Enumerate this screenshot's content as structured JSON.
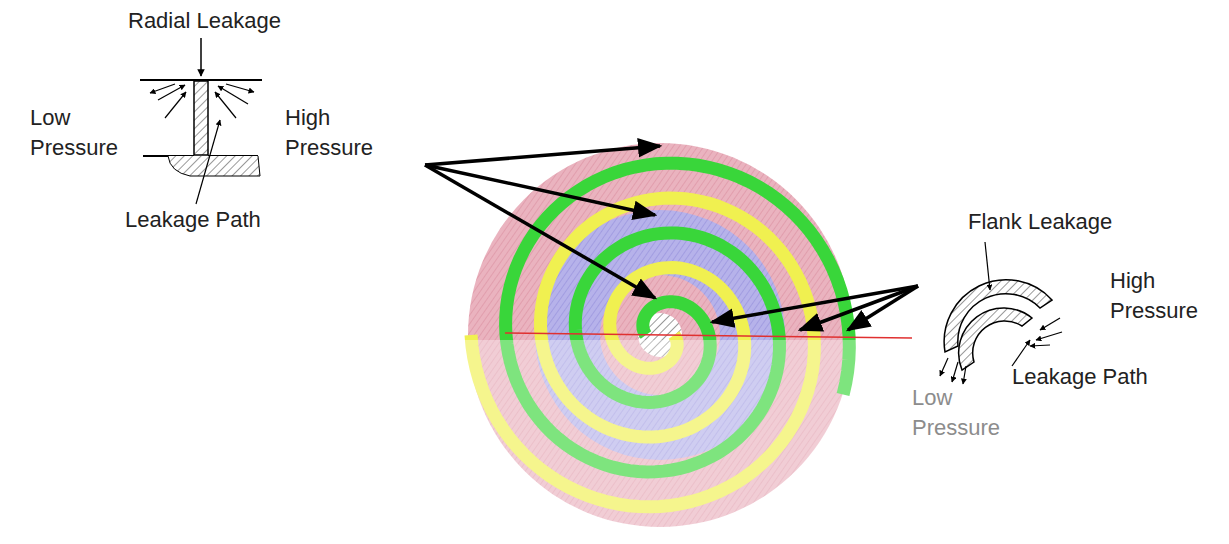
{
  "diagram": {
    "labels": [
      "Radial Leakage",
      "Low Pressure",
      "High Pressure",
      "Leakage Path",
      "Flank Leakage",
      "High Pressure",
      "Leakage Path",
      "Low Pressure"
    ]
  }
}
